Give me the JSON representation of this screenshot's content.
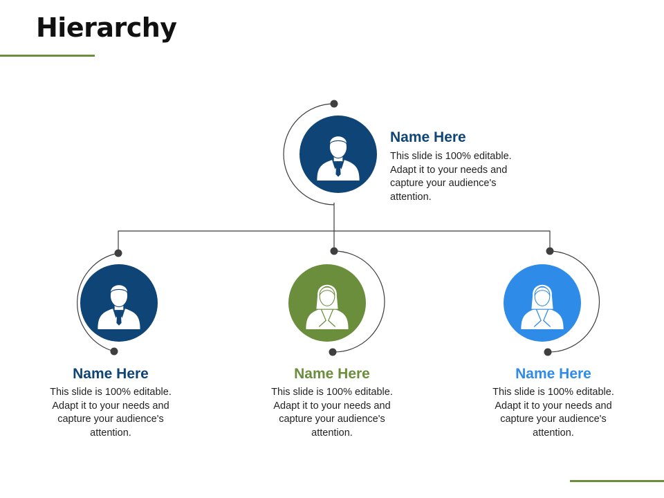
{
  "title": "Hierarchy",
  "colors": {
    "accent_line": "#6b8e3d",
    "connector": "#3b3b3b",
    "dot": "#3f3f3f",
    "top_circle": "#0f4476",
    "left_circle": "#0f4476",
    "middle_circle": "#6b8e3d",
    "right_circle": "#2e8be8"
  },
  "nodes": {
    "top": {
      "name": "Name Here",
      "description": "This slide is 100% editable. Adapt it to your needs and capture your audience's attention.",
      "icon": "businessman-icon"
    },
    "left": {
      "name": "Name Here",
      "description": "This slide is 100% editable. Adapt it to your needs and capture your audience's attention.",
      "icon": "businessman-icon"
    },
    "middle": {
      "name": "Name Here",
      "description": "This slide is 100% editable. Adapt it to your needs and capture your audience's attention.",
      "icon": "businesswoman-icon"
    },
    "right": {
      "name": "Name Here",
      "description": "This slide is 100% editable. Adapt it to your needs and capture your audience's attention.",
      "icon": "businesswoman-icon"
    }
  }
}
